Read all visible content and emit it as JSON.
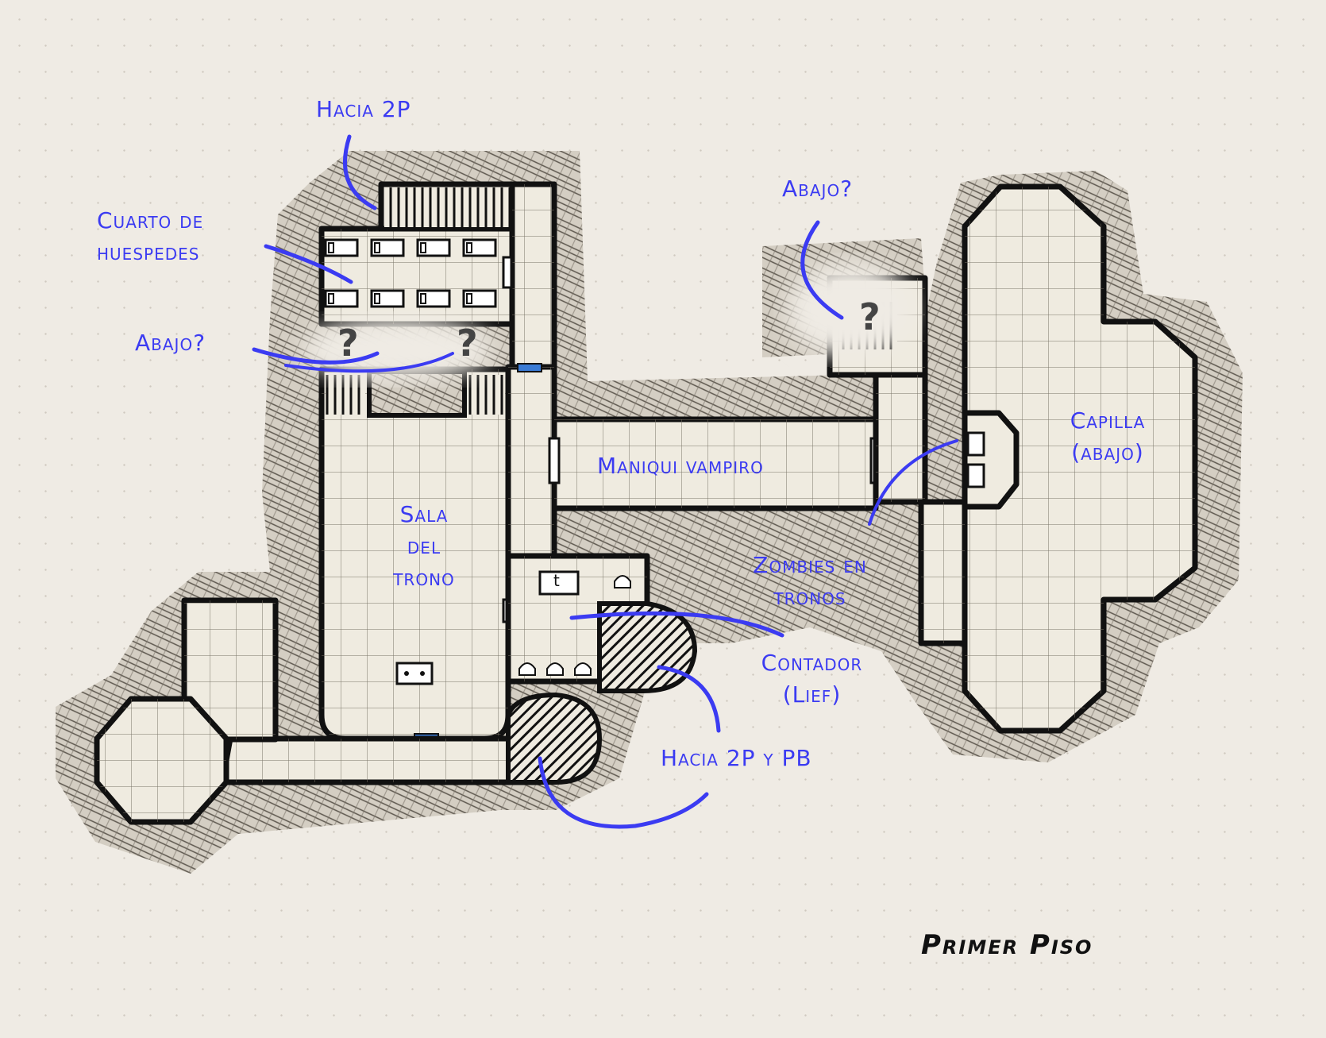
{
  "map_title": "Primer Piso",
  "labels": {
    "to_2p": "Hacia 2P",
    "guest_room_1": "Cuarto de",
    "guest_room_2": "huespedes",
    "down_left": "Abajo?",
    "down_right": "Abajo?",
    "corridor": "Maniqui vampiro",
    "throne_1": "Sala",
    "throne_2": "del",
    "throne_3": "trono",
    "chapel_1": "Capilla",
    "chapel_2": "(abajo)",
    "zombies_1": "Zombies en",
    "zombies_2": "tronos",
    "counter_1": "Contador",
    "counter_2": "(Lief)",
    "to_2p_pb": "Hacia 2P y PB"
  },
  "markers": {
    "unknown": "?",
    "t_box": "t"
  },
  "colors": {
    "annotation": "#3b3bf2",
    "floor": "#efebe0",
    "wall": "#111111",
    "rock": "#8d857a",
    "door_blue": "#3a7bd5"
  }
}
